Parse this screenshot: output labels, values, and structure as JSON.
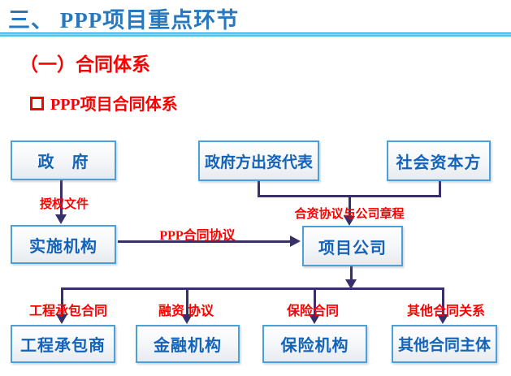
{
  "slide": {
    "title": "三、 PPP项目重点环节",
    "section_heading": "（一）合同体系",
    "bullet_item": "PPP项目合同体系"
  },
  "colors": {
    "title_blue": "#2878BE",
    "rule_cyan": "#25A2DB",
    "accent_red": "#FF0000",
    "connector_indigo": "#38306B",
    "node_border_blue": "#4BA0D8",
    "node_text_blue": "#1463BA"
  },
  "diagram": {
    "nodes": [
      {
        "id": "government",
        "label": "政　府"
      },
      {
        "id": "government-capital-representative",
        "label": "政府方出资代表"
      },
      {
        "id": "social-capital-party",
        "label": "社会资本方"
      },
      {
        "id": "implementing-agency",
        "label": "实施机构"
      },
      {
        "id": "project-company",
        "label": "项目公司"
      },
      {
        "id": "engineering-contractor",
        "label": "工程承包商"
      },
      {
        "id": "financial-institution",
        "label": "金融机构"
      },
      {
        "id": "insurance-institution",
        "label": "保险机构"
      },
      {
        "id": "other-contract-parties",
        "label": "其他合同主体"
      }
    ],
    "edge_labels": {
      "authorization_document": "授权文件",
      "jv_agreement_and_articles": "合资协议与公司章程",
      "ppp_contract_agreement": "PPP合同协议",
      "construction_contract": "工程承包合同",
      "financing_agreement": "融资 协议",
      "insurance_contract": "保险合同",
      "other_contract_relations": "其他合同关系"
    },
    "edges": [
      {
        "from": "政府",
        "to": "实施机构",
        "label": "授权文件"
      },
      {
        "from": "政府方出资代表",
        "to": "项目公司",
        "label": "合资协议与公司章程"
      },
      {
        "from": "社会资本方",
        "to": "项目公司",
        "label": "合资协议与公司章程"
      },
      {
        "from": "实施机构",
        "to": "项目公司",
        "label": "PPP合同协议"
      },
      {
        "from": "项目公司",
        "to": "工程承包商",
        "label": "工程承包合同"
      },
      {
        "from": "项目公司",
        "to": "金融机构",
        "label": "融资 协议"
      },
      {
        "from": "项目公司",
        "to": "保险机构",
        "label": "保险合同"
      },
      {
        "from": "项目公司",
        "to": "其他合同主体",
        "label": "其他合同关系"
      }
    ]
  }
}
